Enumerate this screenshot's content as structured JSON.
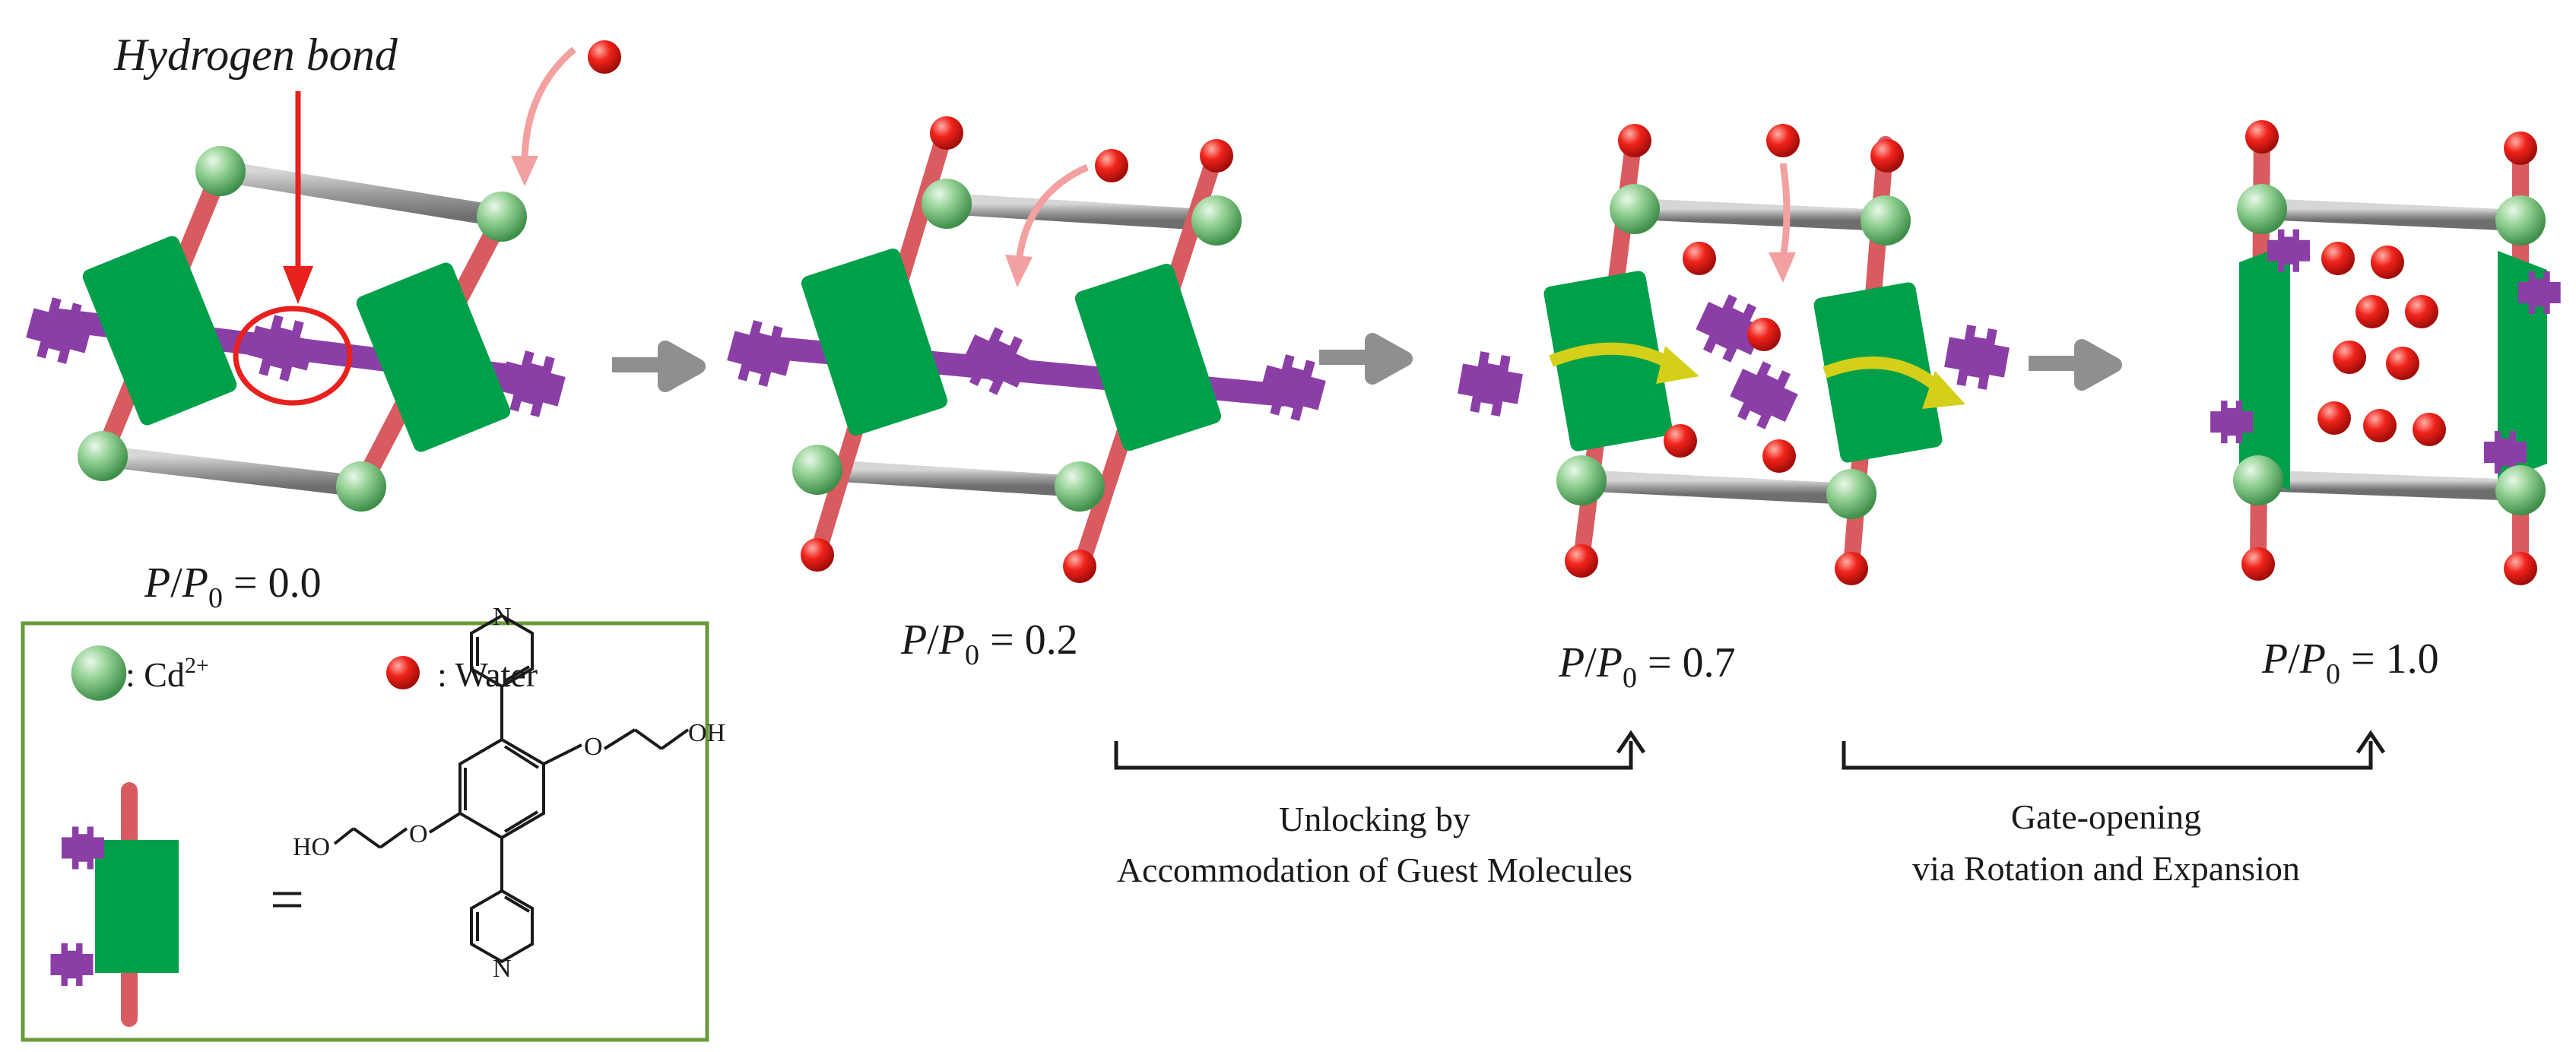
{
  "annotation": {
    "hydrogen_bond": "Hydrogen bond"
  },
  "pressure_labels": [
    {
      "num": "P",
      "slash": "/",
      "den": "P",
      "sub": "0",
      "eq": " = 0.0"
    },
    {
      "num": "P",
      "slash": "/",
      "den": "P",
      "sub": "0",
      "eq": " = 0.2"
    },
    {
      "num": "P",
      "slash": "/",
      "den": "P",
      "sub": "0",
      "eq": " = 0.7"
    },
    {
      "num": "P",
      "slash": "/",
      "den": "P",
      "sub": "0",
      "eq": " = 1.0"
    }
  ],
  "steps": [
    {
      "line1": "Unlocking by",
      "line2": "Accommodation of Guest Molecules"
    },
    {
      "line1": "Gate-opening",
      "line2": "via Rotation and Expansion"
    }
  ],
  "legend": {
    "cd_label": ": Cd",
    "cd_sup": "2+",
    "water_label": ": Water",
    "equals": "=",
    "ho": "HO",
    "oh": "OH",
    "o_atom": "O",
    "n_atom": "N"
  },
  "colors": {
    "cd": "#8ccf8c",
    "water": "#e8201e",
    "linker_green": "#00a04a",
    "linker_purple": "#8b3fa6",
    "pillar": "#d85b60",
    "rod": "#9a9a9a",
    "arrow_pink": "#f2a0a0",
    "arrow_red": "#e8201e",
    "arrow_yellow": "#d4cf18",
    "arrow_gray": "#8f8f8f",
    "legend_border": "#6a9a3a"
  }
}
